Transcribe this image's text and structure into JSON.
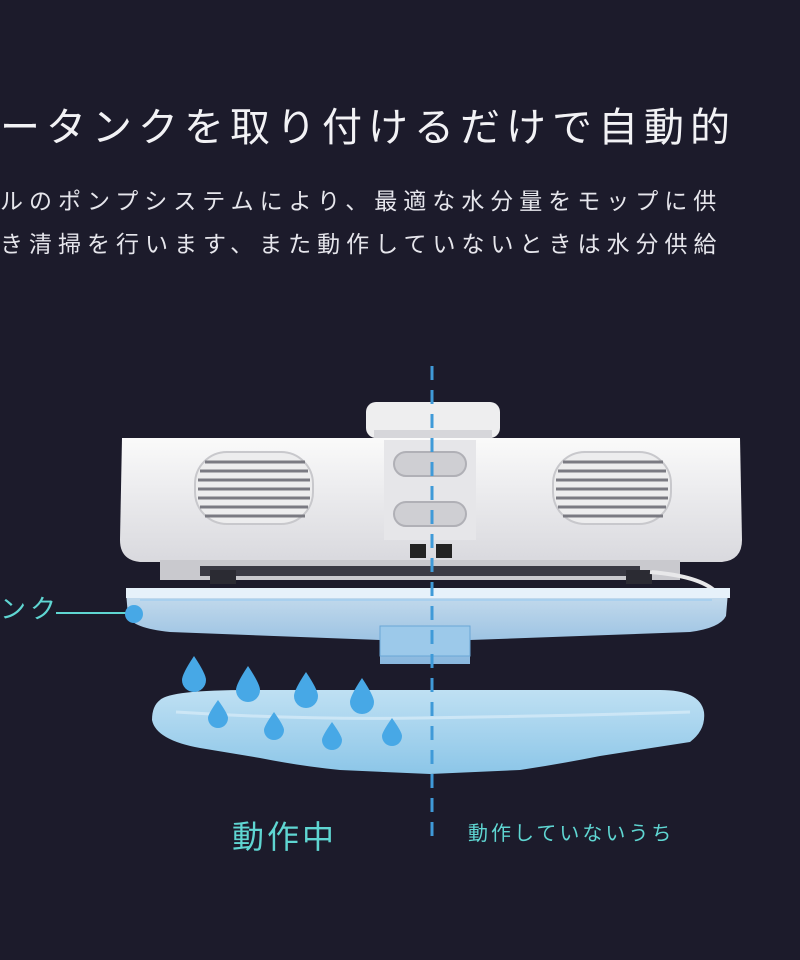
{
  "headline": "ータンクを取り付けるだけで自動的",
  "description": {
    "line1": "ルのポンプシステムにより、最適な水分量をモップに供",
    "line2": "き清掃を行います、また動作していないときは水分供給"
  },
  "tank_label": "ンク",
  "captions": {
    "active": "動作中",
    "inactive": "動作していないうち"
  },
  "colors": {
    "background": "#1c1b2b",
    "accent": "#5fd6d2",
    "water": "#47a8e6",
    "divider": "#3f9ad8"
  }
}
